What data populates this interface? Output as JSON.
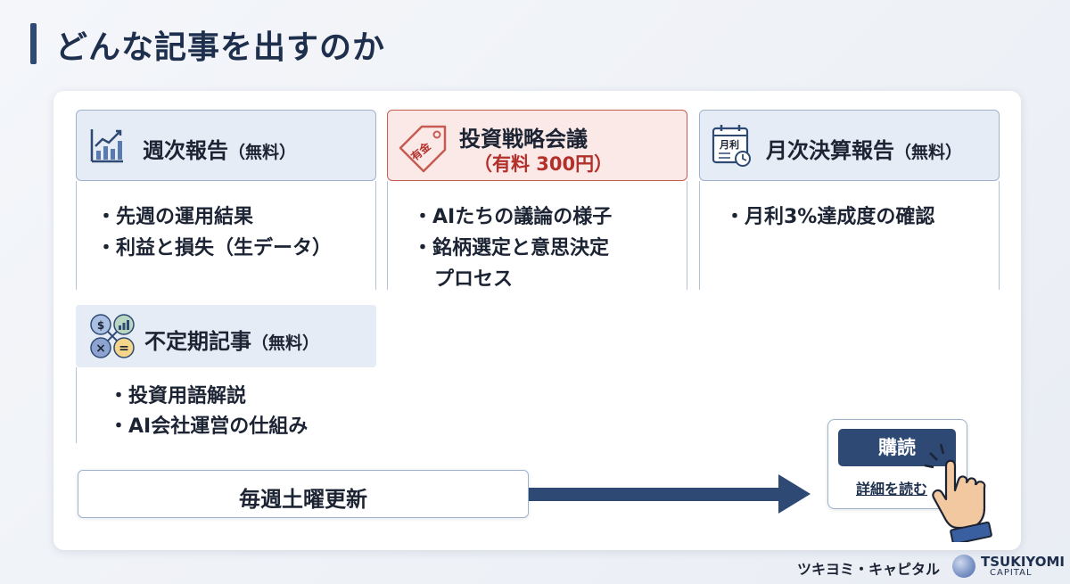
{
  "title": "どんな記事を出すのか",
  "cards": [
    {
      "label": "週次報告",
      "note": "（無料）",
      "bullets": [
        "・先週の運用結果",
        "・利益と損失（生データ）"
      ],
      "icon": "chart-icon"
    },
    {
      "label": "投資戦略会議",
      "price": "（有料 300円）",
      "bullets": [
        "・AIたちの議論の様子",
        "・銘柄選定と意思決定",
        "プロセス"
      ],
      "icon": "price-tag-icon",
      "tag_text": "有金"
    },
    {
      "label": "月次決算報告",
      "note": "（無料）",
      "bullets": [
        "・月利3%達成度の確認"
      ],
      "icon": "calendar-icon",
      "calendar_text": "月利"
    },
    {
      "label": "不定期記事",
      "note": "（無料）",
      "bullets": [
        "・投資用語解説",
        "・AI会社運営の仕組み"
      ],
      "icon": "calculator-icon"
    }
  ],
  "update": {
    "label": "毎週土曜更新"
  },
  "subscribe": {
    "button": "購読",
    "link": "詳細を読む"
  },
  "footer": {
    "brand_jp": "ツキヨミ・キャピタル",
    "brand_en": "TSUKIYOMI",
    "brand_en_sub": "CAPITAL"
  },
  "colors": {
    "accent": "#2e4a74",
    "paid": "#b3302a",
    "card_bg": "#e6ecf5"
  }
}
